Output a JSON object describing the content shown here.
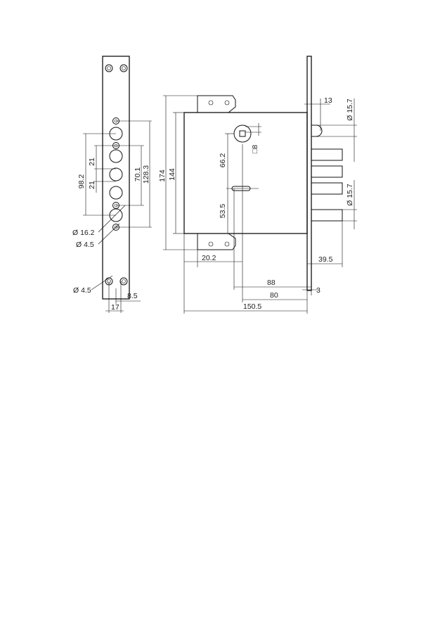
{
  "drawing": {
    "colors": {
      "line": "#111111",
      "text": "#222222",
      "background": "#ffffff"
    },
    "faceplate": {
      "dim_98_2": "98.2",
      "dim_21_a": "21",
      "dim_21_b": "21",
      "dim_70_1": "70.1",
      "dim_128_3": "128.3",
      "dim_dia_16_2": "Ø 16.2",
      "dim_dia_4_5_a": "Ø 4.5",
      "dim_dia_4_5_b": "Ø 4.5",
      "dim_8_5": "8.5",
      "dim_17": "17"
    },
    "lockbody": {
      "dim_174": "174",
      "dim_144": "144",
      "dim_66_2": "66.2",
      "dim_53_5": "53.5",
      "dim_sq8": "□8",
      "dim_13": "13",
      "dim_dia_15_7_a": "Ø 15.7",
      "dim_dia_15_7_b": "Ø 15.7",
      "dim_20_2": "20.2",
      "dim_39_5": "39.5",
      "dim_88": "88",
      "dim_80": "80",
      "dim_3": "3",
      "dim_150_5": "150.5"
    }
  }
}
